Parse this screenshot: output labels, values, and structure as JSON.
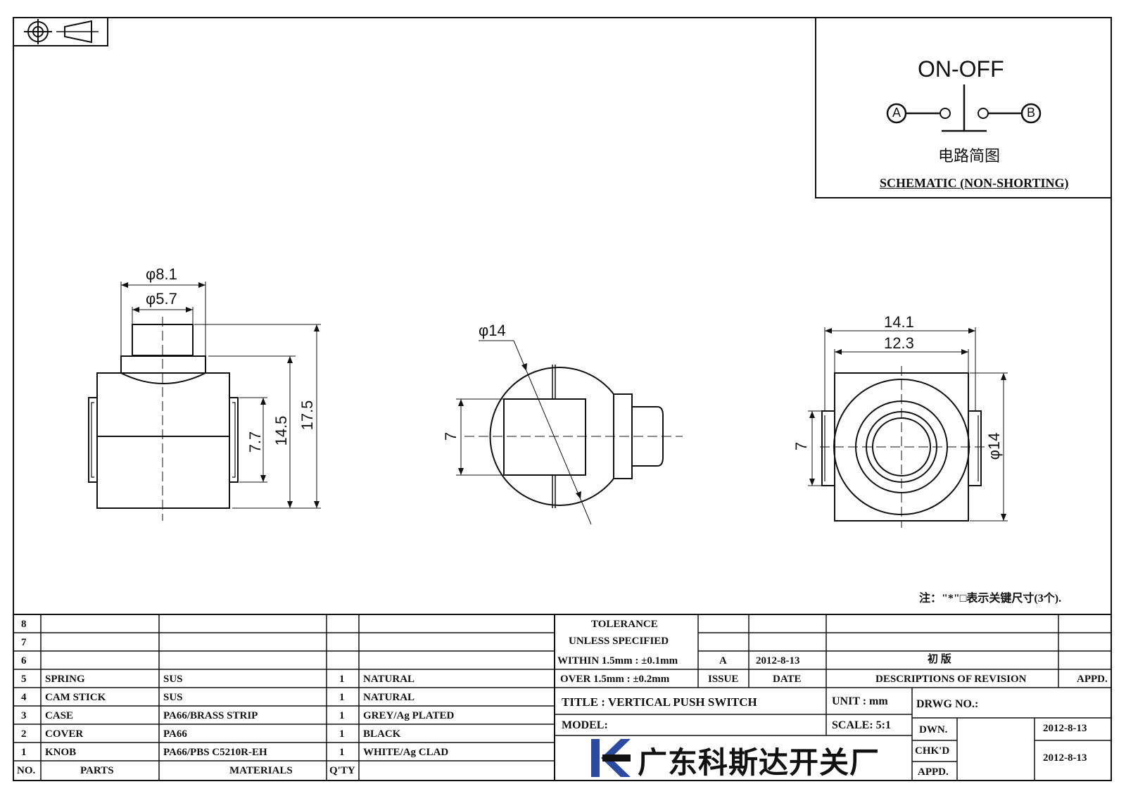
{
  "schematic": {
    "on_off": "ON-OFF",
    "terminal_a": "A",
    "terminal_b": "B",
    "caption_cn": "电路简图",
    "caption_en": "SCHEMATIC (NON-SHORTING)"
  },
  "dimensions": {
    "side": {
      "outer_dia": "φ8.1",
      "inner_dia": "φ5.7",
      "h1": "7.7",
      "h2": "14.5",
      "h3": "17.5"
    },
    "front": {
      "dia": "φ14",
      "h": "7"
    },
    "top": {
      "w1": "14.1",
      "w2": "12.3",
      "h": "7",
      "dia": "φ14"
    }
  },
  "note": "注：\"*\"□表示关键尺寸(3个).",
  "bom": {
    "rows": [
      {
        "no": "8",
        "part": "",
        "material": "",
        "qty": "",
        "finish": ""
      },
      {
        "no": "7",
        "part": "",
        "material": "",
        "qty": "",
        "finish": ""
      },
      {
        "no": "6",
        "part": "",
        "material": "",
        "qty": "",
        "finish": ""
      },
      {
        "no": "5",
        "part": "SPRING",
        "material": "SUS",
        "qty": "1",
        "finish": "NATURAL"
      },
      {
        "no": "4",
        "part": "CAM STICK",
        "material": "SUS",
        "qty": "1",
        "finish": "NATURAL"
      },
      {
        "no": "3",
        "part": "CASE",
        "material": "PA66/BRASS STRIP",
        "qty": "1",
        "finish": "GREY/Ag PLATED"
      },
      {
        "no": "2",
        "part": "COVER",
        "material": "PA66",
        "qty": "1",
        "finish": "BLACK"
      },
      {
        "no": "1",
        "part": "KNOB",
        "material": "PA66/PBS C5210R-EH",
        "qty": "1",
        "finish": "WHITE/Ag CLAD"
      }
    ],
    "headers": {
      "no": "NO.",
      "parts": "PARTS",
      "materials": "MATERIALS",
      "qty": "Q'TY"
    }
  },
  "tolerance": {
    "title1": "TOLERANCE",
    "title2": "UNLESS SPECIFIED",
    "within": "WITHIN 1.5mm : ±0.1mm",
    "over": "OVER 1.5mm : ±0.2mm"
  },
  "revision": {
    "issue_val": "A",
    "date_val": "2012-8-13",
    "desc_val": "初 版",
    "issue_hdr": "ISSUE",
    "date_hdr": "DATE",
    "desc_hdr": "DESCRIPTIONS OF REVISION",
    "appd_hdr": "APPD."
  },
  "title_block": {
    "title": "TITLE :  VERTICAL PUSH SWITCH",
    "model": "MODEL:",
    "unit": "UNIT :  mm",
    "scale": "SCALE:  5:1",
    "drwg_no": "DRWG NO.:",
    "dwn": "DWN.",
    "dwn_date": "2012-8-13",
    "chkd": "CHK'D",
    "chkd_date": "2012-8-13",
    "appd": "APPD.",
    "company": "广东科斯达开关厂"
  },
  "colors": {
    "ink": "#111111",
    "logo_blue": "#2b4aa0"
  }
}
